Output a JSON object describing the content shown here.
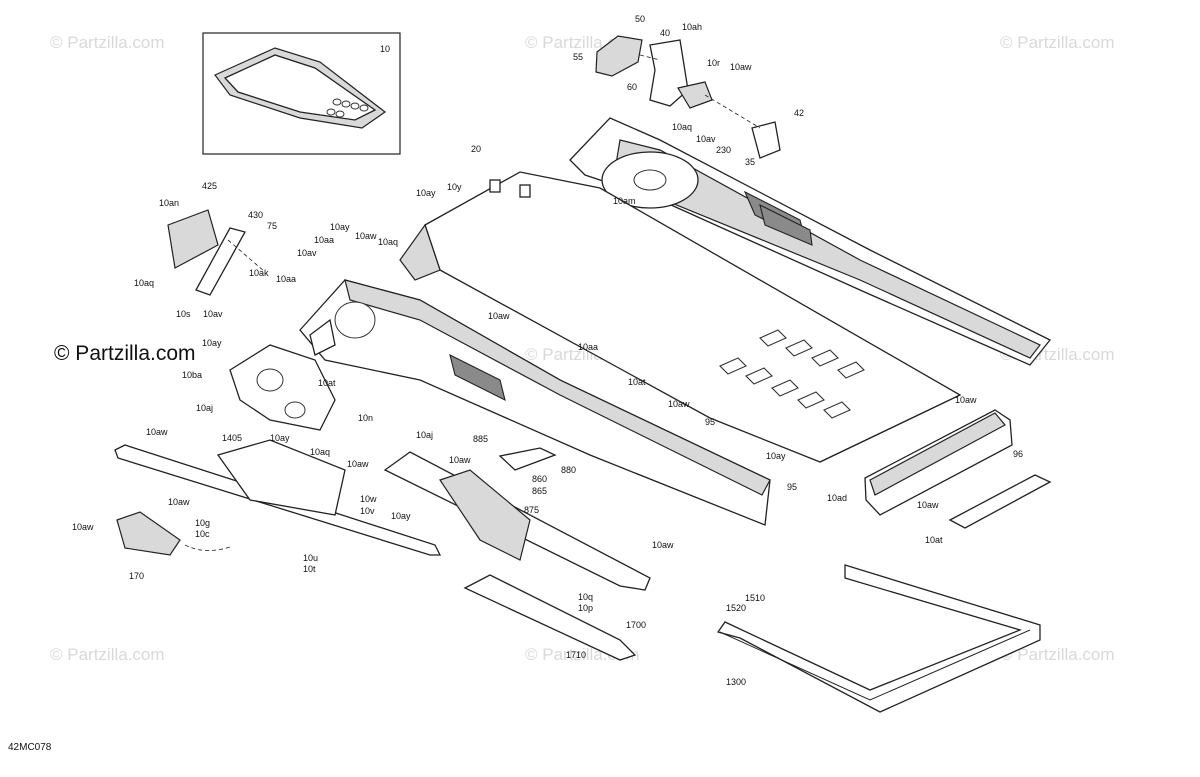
{
  "diagram": {
    "code": "42MC078",
    "inset_label": "10",
    "watermark": "© Partzilla.com",
    "brand": "© Partzilla.com"
  },
  "callouts": [
    "50",
    "10ah",
    "40",
    "55",
    "10r",
    "10aw",
    "60",
    "42",
    "10aq",
    "10av",
    "230",
    "35",
    "20",
    "10ay",
    "10y",
    "10am",
    "425",
    "10an",
    "430",
    "75",
    "10ay",
    "10aw",
    "10aq",
    "10aa",
    "10av",
    "10ak",
    "10aa",
    "10aq",
    "10s",
    "10av",
    "10aw",
    "10ay",
    "10aa",
    "10at",
    "10ba",
    "10aj",
    "10n",
    "1405",
    "10ay",
    "10aq",
    "10at",
    "10aw",
    "10aw",
    "10aj",
    "885",
    "10aw",
    "880",
    "860",
    "865",
    "875",
    "10aw",
    "95",
    "10ay",
    "95",
    "10aw",
    "10ad",
    "10aw",
    "96",
    "10at",
    "10aw",
    "10aw",
    "10g",
    "10c",
    "170",
    "10w",
    "10v",
    "10ay",
    "10u",
    "10t",
    "10aw",
    "10q",
    "10p",
    "1700",
    "1710",
    "1510",
    "1520",
    "1300"
  ]
}
